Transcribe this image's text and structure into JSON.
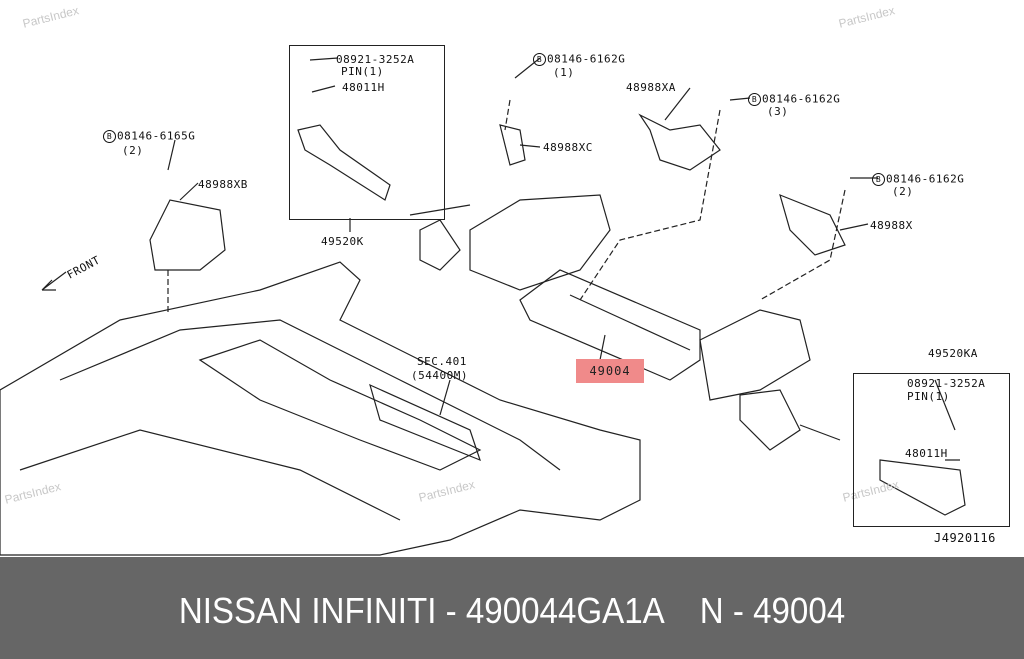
{
  "watermark": "PartsIndex",
  "labels": {
    "pin_left_part": "08921-3252A",
    "pin_left_qty": "PIN(1)",
    "nut_left": "48011H",
    "tie_rod_left": "49520K",
    "bolt_6165g": "08146-6165G",
    "bolt_6165g_qty": "(2)",
    "bracket_xb": "48988XB",
    "front": "FRONT",
    "bolt_6162g_1": "08146-6162G",
    "bolt_6162g_1_qty": "(1)",
    "bracket_xc": "48988XC",
    "bracket_xa": "48988XA",
    "bolt_6162g_3": "08146-6162G",
    "bolt_6162g_3_qty": "(3)",
    "bolt_6162g_2": "08146-6162G",
    "bolt_6162g_2_qty": "(2)",
    "bracket_x": "48988X",
    "sec": "SEC.401",
    "sec_ref": "(54400M)",
    "highlighted_part": "49004",
    "tie_rod_right": "49520KA",
    "pin_right_part": "08921-3252A",
    "pin_right_qty": "PIN(1)",
    "nut_right": "48011H",
    "diagram_id": "J4920116",
    "bolt_marker": "B"
  },
  "footer": {
    "title": "NISSAN INFINITI - 490044GA1A    N - 49004"
  },
  "colors": {
    "highlight": "#f08a8a",
    "footer_bg": "#666666"
  }
}
